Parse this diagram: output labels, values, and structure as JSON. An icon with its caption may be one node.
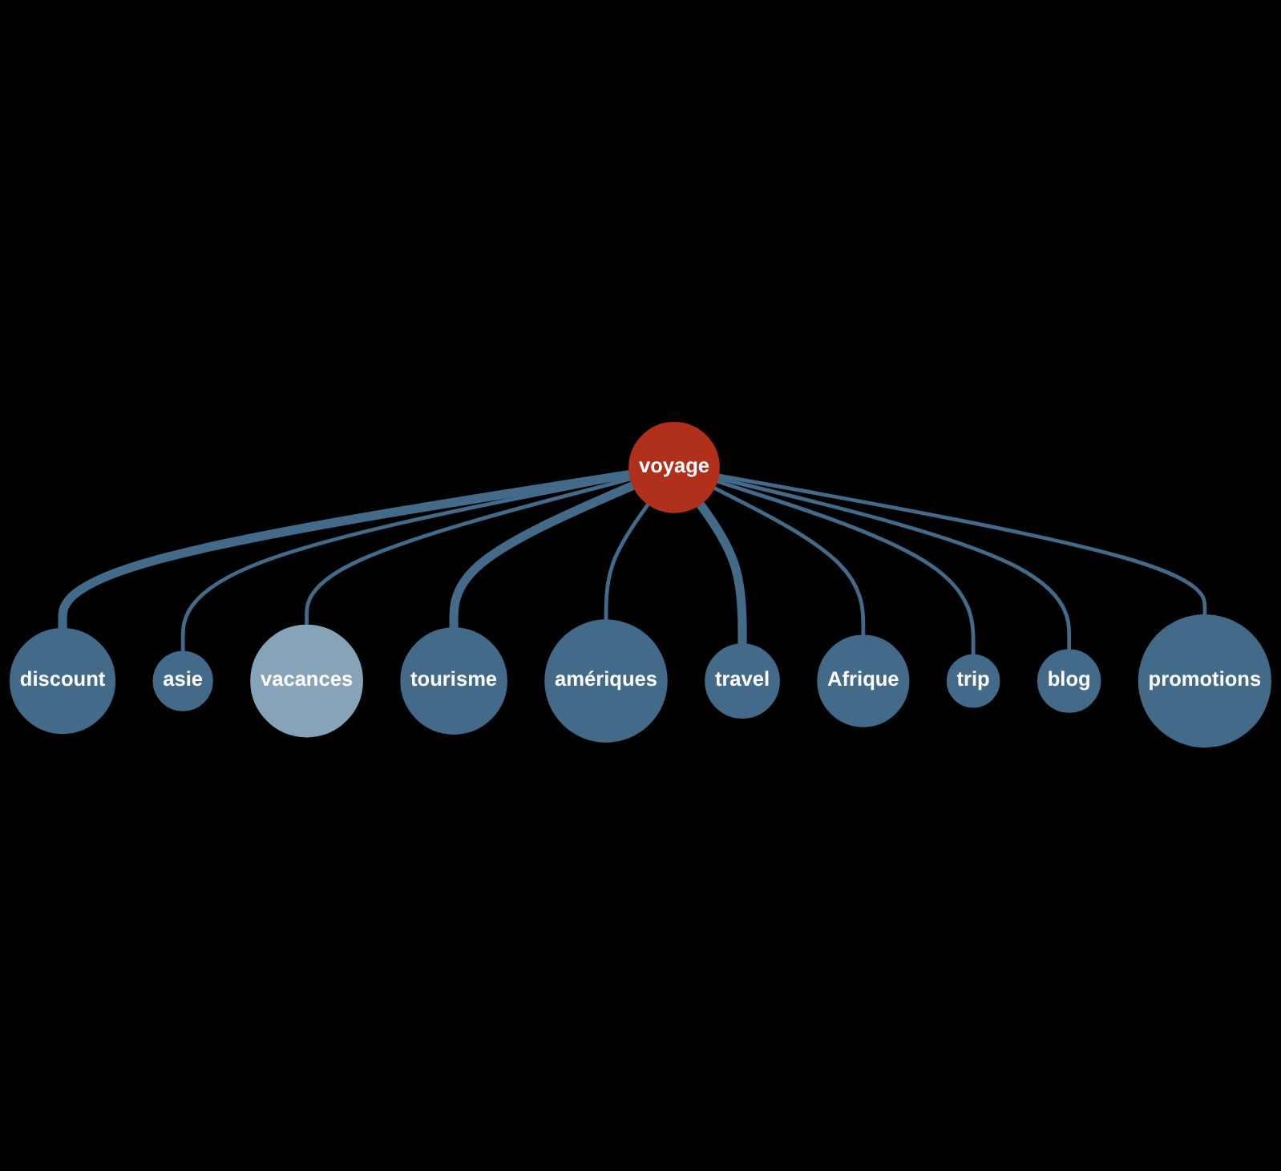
{
  "diagram": {
    "nodes": [
      {
        "text": [
          "discount"
        ]
      },
      {
        "text": [
          "asie"
        ]
      },
      {
        "text": [
          "vacances"
        ]
      },
      {
        "text": [
          "tourisme"
        ]
      },
      {
        "text": [
          "amériques"
        ]
      },
      {
        "text": [
          "voyage"
        ]
      },
      {
        "text": [
          "travel"
        ]
      },
      {
        "text": [
          "Afrique"
        ]
      },
      {
        "text": [
          "trip"
        ]
      },
      {
        "text": [
          "blog"
        ]
      },
      {
        "text": [
          "promotions"
        ]
      }
    ],
    "edges": [
      {
        "from": 5,
        "to": 0,
        "arrow": "none",
        "style": "thick"
      },
      {
        "from": 5,
        "to": 1,
        "arrow": "none"
      },
      {
        "from": 5,
        "to": 2,
        "arrow": "none"
      },
      {
        "from": 5,
        "to": 3,
        "arrow": "none",
        "style": "thick"
      },
      {
        "from": 5,
        "to": 4,
        "arrow": "none"
      },
      {
        "from": 5,
        "to": 6,
        "arrow": "none",
        "style": "thick"
      },
      {
        "from": 5,
        "to": 7,
        "arrow": "none"
      },
      {
        "from": 5,
        "to": 8,
        "arrow": "none"
      },
      {
        "from": 5,
        "to": 9,
        "arrow": "none"
      },
      {
        "from": 5,
        "to": 10,
        "arrow": "none"
      }
    ]
  }
}
